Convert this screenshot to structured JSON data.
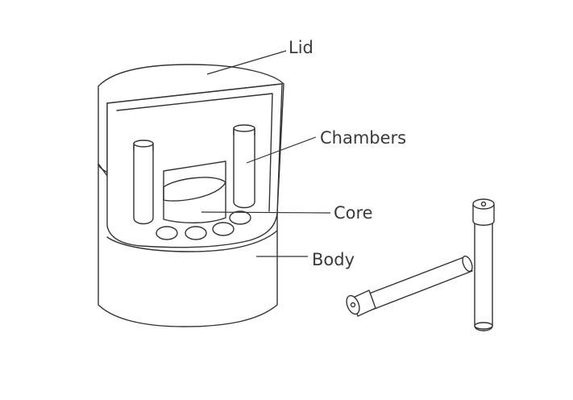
{
  "labels": {
    "lid": "Lid",
    "chambers": "Chambers",
    "core": "Core",
    "body": "Body"
  },
  "colors": {
    "line": "#333333",
    "text": "#3a3a3a",
    "background": "#ffffff"
  }
}
